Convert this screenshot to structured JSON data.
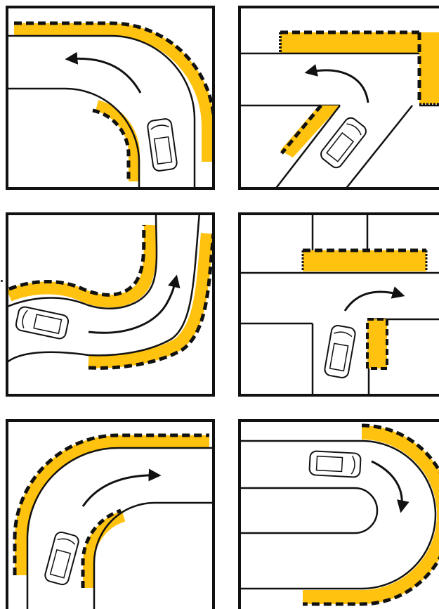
{
  "colors": {
    "curb": "#FFC20E",
    "stroke": "#111111",
    "background": "#FFFFFF"
  },
  "panels": [
    {
      "id": "p1",
      "maneuver": "left-curve",
      "arrow": "left"
    },
    {
      "id": "p2",
      "maneuver": "left-turn-intersection",
      "arrow": "left"
    },
    {
      "id": "p3",
      "maneuver": "s-curve",
      "arrow": "up-right"
    },
    {
      "id": "p4",
      "maneuver": "right-turn-t-junction",
      "arrow": "right"
    },
    {
      "id": "p5",
      "maneuver": "right-curve",
      "arrow": "right"
    },
    {
      "id": "p6",
      "maneuver": "u-turn",
      "arrow": "down"
    }
  ]
}
